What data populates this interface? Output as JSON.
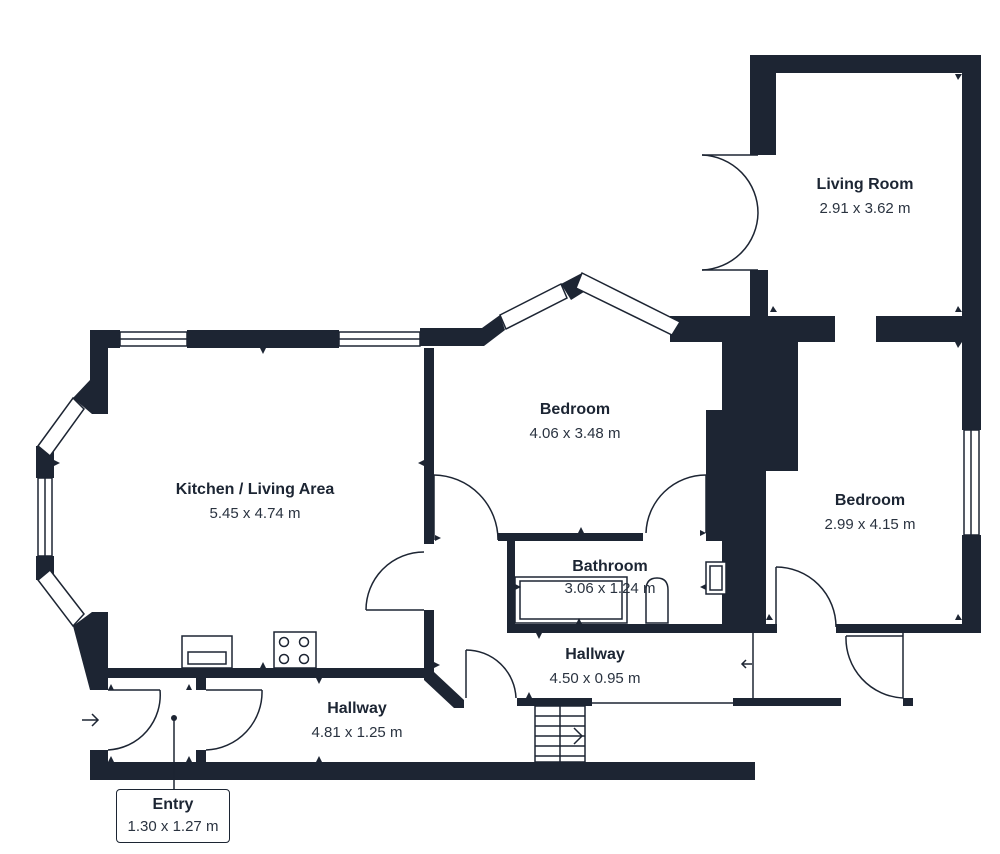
{
  "colors": {
    "wall": "#1d2533",
    "window": "#1d2533",
    "background": "#ffffff"
  },
  "rooms": [
    {
      "id": "living-room",
      "name": "Living Room",
      "dims": "2.91 x 3.62 m"
    },
    {
      "id": "bedroom-1",
      "name": "Bedroom",
      "dims": "4.06 x 3.48 m"
    },
    {
      "id": "kitchen",
      "name": "Kitchen / Living Area",
      "dims": "5.45 x 4.74 m"
    },
    {
      "id": "bedroom-2",
      "name": "Bedroom",
      "dims": "2.99 x 4.15 m"
    },
    {
      "id": "bathroom",
      "name": "Bathroom",
      "dims": "3.06 x 1.24 m"
    },
    {
      "id": "hallway-1",
      "name": "Hallway",
      "dims": "4.50 x 0.95 m"
    },
    {
      "id": "hallway-2",
      "name": "Hallway",
      "dims": "4.81 x 1.25 m"
    },
    {
      "id": "entry",
      "name": "Entry",
      "dims": "1.30 x 1.27 m"
    }
  ]
}
